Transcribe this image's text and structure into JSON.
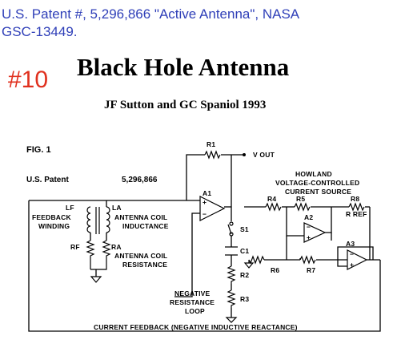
{
  "header": {
    "line1": "U.S. Patent #, 5,296,866 \"Active Antenna\", NASA",
    "line2": "GSC-13449.",
    "badge": "#10"
  },
  "title": "Black Hole Antenna",
  "authors": "JF Sutton and GC Spaniol 1993",
  "figure": {
    "fig_label": "FIG. 1",
    "patent_label": "U.S. Patent",
    "patent_number": "5,296,866",
    "labels": {
      "r1": "R1",
      "vout": "V OUT",
      "a1": "A1",
      "howland1": "HOWLAND",
      "howland2": "VOLTAGE-CONTROLLED",
      "howland3": "CURRENT SOURCE",
      "r4": "R4",
      "r5": "R5",
      "r8": "R8",
      "rref": "R REF",
      "lf": "LF",
      "feedback1": "FEEDBACK",
      "feedback2": "WINDING",
      "la": "LA",
      "coil1": "ANTENNA COIL",
      "coil2": "INDUCTANCE",
      "s1": "S1",
      "a2": "A2",
      "rf": "RF",
      "ra": "RA",
      "ra1": "ANTENNA COIL",
      "ra2": "RESISTANCE",
      "c1": "C1",
      "a3": "A3",
      "r6": "R6",
      "r7": "R7",
      "r2": "R2",
      "neg1": "NEGATIVE",
      "neg2": "RESISTANCE",
      "neg3": "LOOP",
      "r3": "R3",
      "feedback_note": "CURRENT FEEDBACK (NEGATIVE INDUCTIVE REACTANCE)"
    }
  }
}
